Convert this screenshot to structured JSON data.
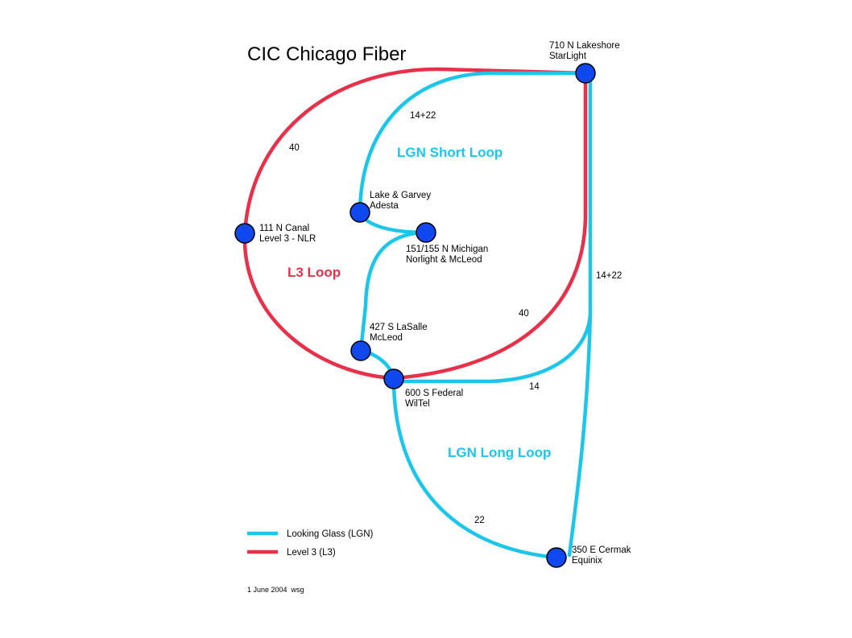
{
  "title": "CIC Chicago Fiber",
  "colors": {
    "lgn": "#1cc6ea",
    "l3": "#e8304a",
    "node": "#1048f0"
  },
  "nodes": {
    "starlight": {
      "line1": "710 N Lakeshore",
      "line2": "StarLight"
    },
    "canal": {
      "line1": "111 N Canal",
      "line2": "Level 3 - NLR"
    },
    "lake_garvey": {
      "line1": "Lake & Garvey",
      "line2": "Adesta"
    },
    "michigan": {
      "line1": "151/155 N Michigan",
      "line2": "Norlight & McLeod"
    },
    "lasalle": {
      "line1": "427 S LaSalle",
      "line2": "McLeod"
    },
    "federal": {
      "line1": "600 S Federal",
      "line2": "WilTel"
    },
    "cermak": {
      "line1": "350 E Cermak",
      "line2": "Equinix"
    }
  },
  "link_labels": {
    "red_top": "40",
    "red_right": "40",
    "short_top": "14+22",
    "right_trunk": "14+22",
    "federal_link": "14",
    "long_bottom": "22"
  },
  "loops": {
    "short": "LGN Short Loop",
    "l3": "L3 Loop",
    "long": "LGN Long Loop"
  },
  "legend": [
    {
      "label": "Looking Glass (LGN)",
      "color": "#1cc6ea"
    },
    {
      "label": "Level 3 (L3)",
      "color": "#e8304a"
    }
  ],
  "footnote": "1 June 2004  wsg"
}
